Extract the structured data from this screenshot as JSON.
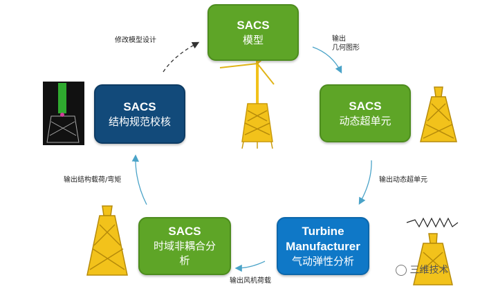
{
  "boxes": {
    "model": {
      "title": "SACS",
      "subtitle": "模型"
    },
    "dynamic": {
      "title": "SACS",
      "subtitle": "动态超单元"
    },
    "turbine": {
      "title": "Turbine",
      "title2": "Manufacturer",
      "subtitle": "气动弹性分析"
    },
    "timedomain": {
      "title": "SACS",
      "subtitle": "时域非耦合分",
      "subtitle2": "析"
    },
    "code": {
      "title": "SACS",
      "subtitle": "结构规范校核"
    }
  },
  "arrows": {
    "geometry": {
      "line1": "输出",
      "line2": "几何图形"
    },
    "superelement": "输出动态超单元",
    "windload": "输出风机荷载",
    "loads": "输出结构载荷/弯矩",
    "modify": "修改模型设计"
  },
  "watermark": "三维技术",
  "colors": {
    "green": "#5ea527",
    "navy": "#124a7a",
    "blue": "#0f78c7",
    "arrow": "#4aa3c8",
    "tower": "#f2c21b"
  }
}
